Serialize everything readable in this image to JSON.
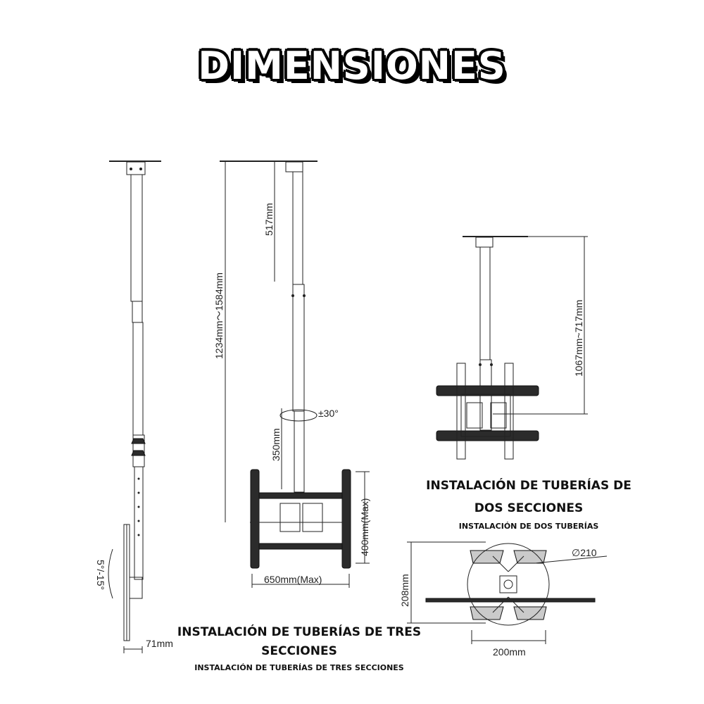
{
  "title": "DIMENSIONES",
  "dimensions": {
    "side_offset": "71mm",
    "tilt": "5°/-15°",
    "total_height": "1234mm～1584mm",
    "upper_tube": "517mm",
    "rotation": "±30°",
    "lower_tube": "350mm",
    "plate_width": "650mm(Max)",
    "plate_height": "400mm(Max)",
    "two_section_height": "1067mm~717mm",
    "base_diameter": "∅210",
    "base_height": "208mm",
    "base_width": "200mm"
  },
  "captions": {
    "three_section": {
      "line1": "INSTALACIÓN DE TUBERÍAS DE TRES",
      "line2": "SECCIONES",
      "sub": "INSTALACIÓN DE TUBERÍAS DE TRES SECCIONES"
    },
    "two_section": {
      "line1": "INSTALACIÓN DE TUBERÍAS DE",
      "line2": "DOS SECCIONES",
      "sub": "INSTALACIÓN DE DOS TUBERÍAS"
    }
  }
}
